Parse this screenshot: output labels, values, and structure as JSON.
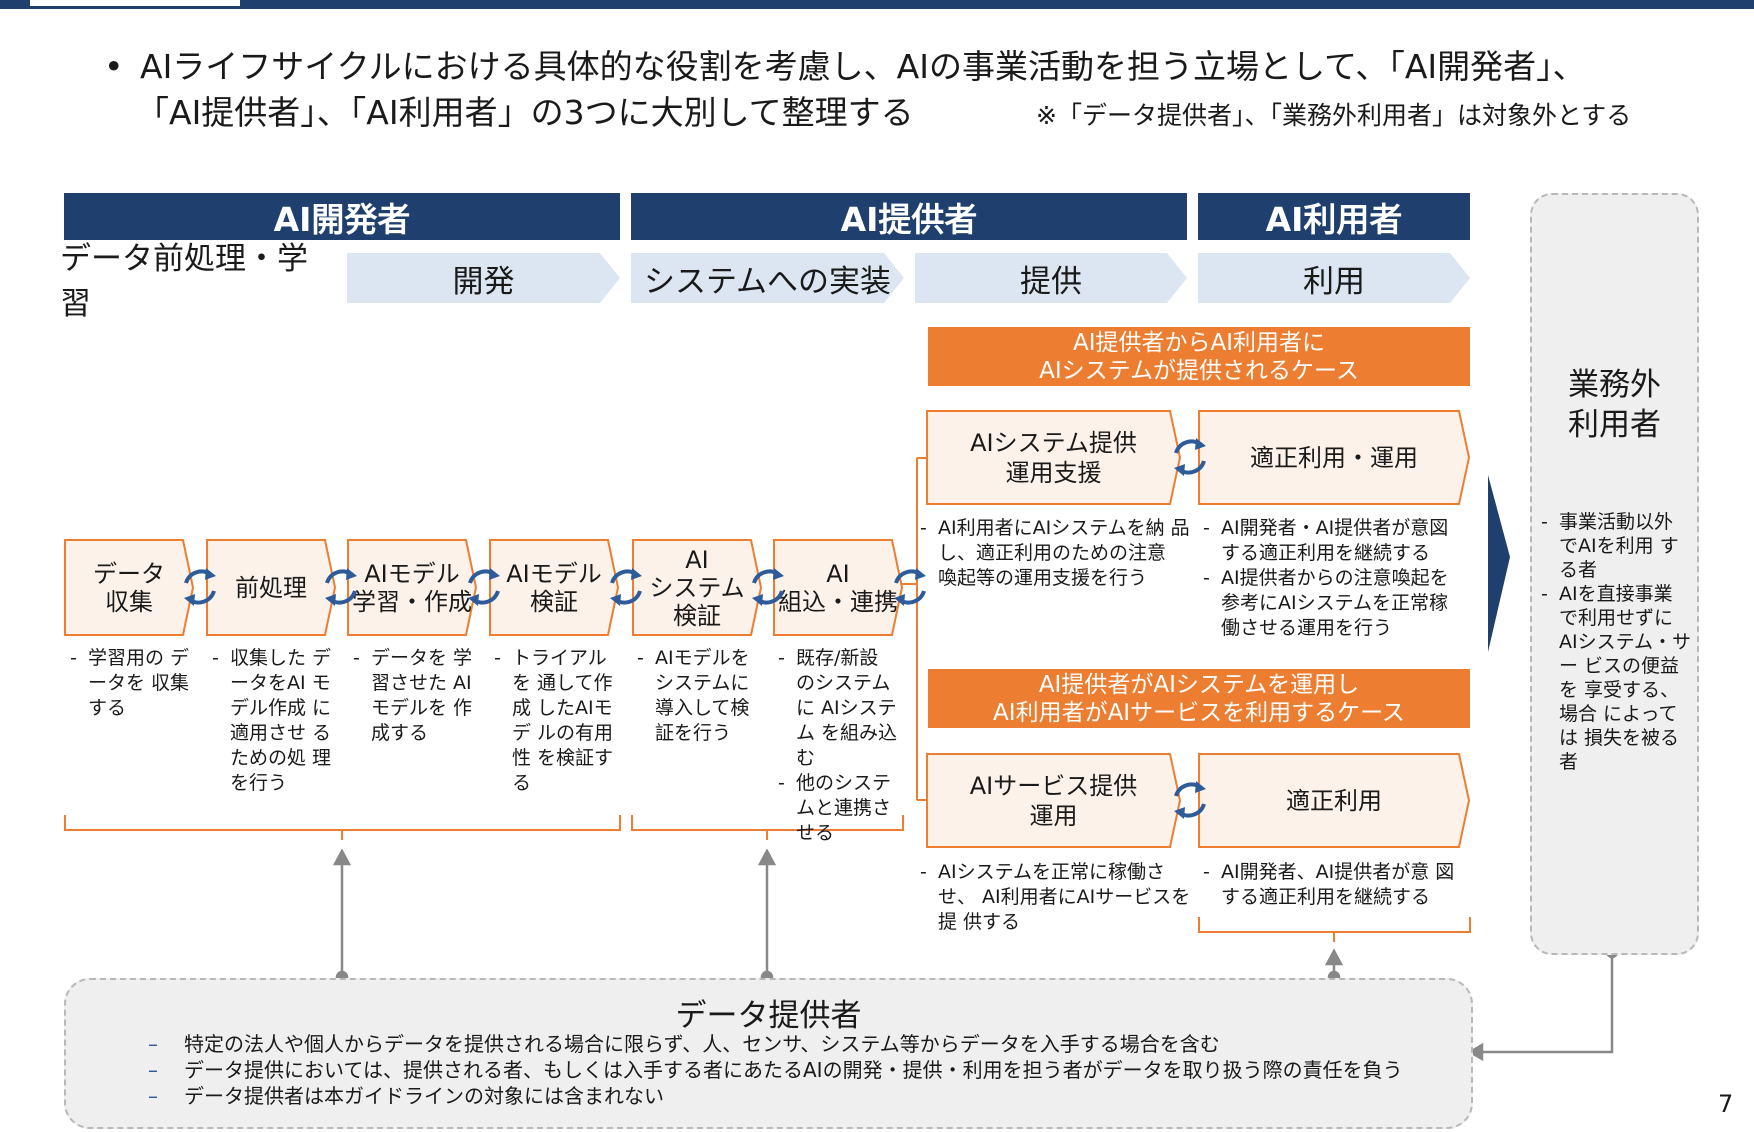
{
  "intro": {
    "bullet": "•",
    "line1": "AIライフサイクルにおける具体的な役割を考慮し、AIの事業活動を担う立場として、「AI開発者」、",
    "line2": "「AI提供者」、「AI利用者」の3つに大別して整理する",
    "note": "※「データ提供者」、「業務外利用者」は対象外とする"
  },
  "roles": {
    "developer": "AI開発者",
    "provider": "AI提供者",
    "user": "AI利用者"
  },
  "phases": {
    "preprocess": "データ前処理・学習",
    "develop": "開発",
    "implement": "システムへの実装",
    "provide": "提供",
    "use": "利用"
  },
  "cases": {
    "case1": {
      "line1": "AI提供者からAI利用者に",
      "line2": "AIシステムが提供されるケース"
    },
    "case2": {
      "line1": "AI提供者がAIシステムを運用し",
      "line2": "AI利用者がAIサービスを利用するケース"
    }
  },
  "steps": [
    {
      "line1": "データ",
      "line2": "収集",
      "line3": "",
      "desc": [
        "学習用の データを 収集する"
      ]
    },
    {
      "line1": "前処理",
      "line2": "",
      "line3": "",
      "desc": [
        "収集した データをAI モデル作成 に適用させ るための処 理を行う"
      ]
    },
    {
      "line1": "AIモデル",
      "line2": "学習・作成",
      "line3": "",
      "desc": [
        "データを 学習させた AIモデルを 作成する"
      ]
    },
    {
      "line1": "AIモデル",
      "line2": "検証",
      "line3": "",
      "desc": [
        "トライアルを 通して作成 したAIモデ ルの有用性 を検証する"
      ]
    },
    {
      "line1": "AI",
      "line2": "システム",
      "line3": "検証",
      "desc": [
        "AIモデルを システムに 導入して検 証を行う"
      ]
    },
    {
      "line1": "AI",
      "line2": "組込・連携",
      "line3": "",
      "desc": [
        "既存/新設 のシステムに AIシステム を組み込む",
        "他のシステ ムと連携さ せる"
      ]
    }
  ],
  "case1_boxes": {
    "support": {
      "line1": "AIシステム提供",
      "line2": "運用支援"
    },
    "proper_use": {
      "line1": "適正利用・運用"
    },
    "support_desc": [
      "AI利用者にAIシステムを納 品し、適正利用のための注意 喚起等の運用支援を行う"
    ],
    "use_desc": [
      "AI開発者・AI提供者が意図 する適正利用を継続する",
      "AI提供者からの注意喚起を 参考にAIシステムを正常稼 働させる運用を行う"
    ]
  },
  "case2_boxes": {
    "service": {
      "line1": "AIサービス提供",
      "line2": "運用"
    },
    "proper_use": {
      "line1": "適正利用"
    },
    "service_desc": [
      "AIシステムを正常に稼働させ、 AI利用者にAIサービスを提 供する"
    ],
    "use_desc": [
      "AI開発者、AI提供者が意 図する適正利用を継続する"
    ]
  },
  "outsider": {
    "title1": "業務外",
    "title2": "利用者",
    "desc": [
      "事業活動以外 でAIを利用 する者",
      "AIを直接事業 で利用せずに AIシステム・サー ビスの便益を 享受する、場合 によっては 損失を被る者"
    ]
  },
  "data_provider": {
    "title": "データ提供者",
    "items": [
      "特定の法人や個人からデータを提供される場合に限らず、人、センサ、システム等からデータを入手する場合を含む",
      "データ提供においては、提供される者、もしくは入手する者にあたるAIの開発・提供・利用を担う者がデータを取り扱う際の責任を負う",
      "データ提供者は本ガイドラインの対象には含まれない"
    ],
    "dash": "–"
  },
  "page_number": "7",
  "colors": {
    "navy": "#1F3F6E",
    "orange": "#ED7D31",
    "light_blue": "#DCE6F2",
    "box_fill": "#FDF2E9",
    "box_border": "#ED7D31",
    "cycle": "#2E5C9A",
    "gray": "#888888"
  }
}
